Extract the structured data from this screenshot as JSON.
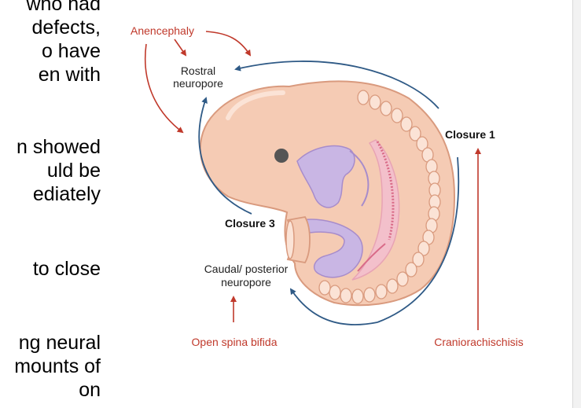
{
  "slide_text": [
    "who had",
    "defects,",
    "o have",
    "en with",
    "n showed",
    "uld be",
    "ediately",
    "to close",
    "ng neural",
    "mounts of",
    "on"
  ],
  "diagram": {
    "labels": {
      "anencephaly": "Anencephaly",
      "rostral_neuropore_line1": "Rostral",
      "rostral_neuropore_line2": "neuropore",
      "closure1": "Closure 1",
      "closure3": "Closure 3",
      "caudal_line1": "Caudal/ posterior",
      "caudal_line2": "neuropore",
      "open_spina_bifida": "Open spina bifida",
      "craniorachischisis": "Craniorachischisis"
    },
    "colors": {
      "defect_red": "#c0392b",
      "closure_blue": "#2f5a86",
      "embryo_skin": "#f5cbb4",
      "embryo_outline": "#d99a7e",
      "neural_purple": "#c9b6e4",
      "neural_tube_pink": "#e8a3b4"
    }
  }
}
